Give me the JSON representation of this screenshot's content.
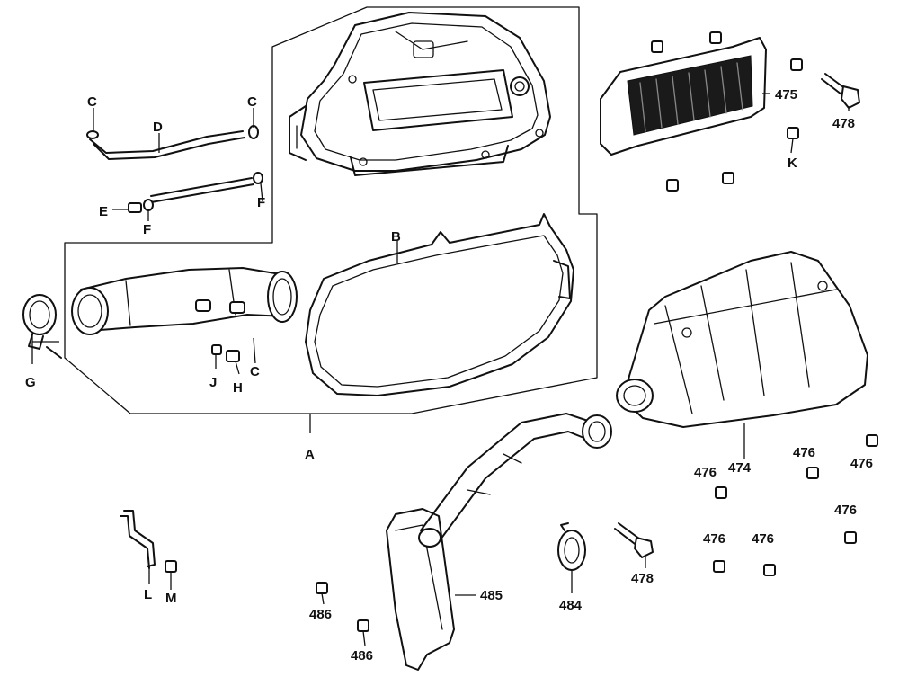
{
  "diagram": {
    "callouts": {
      "A": "A",
      "B": "B",
      "C1": "C",
      "C2": "C",
      "C3": "C",
      "D": "D",
      "E": "E",
      "F1": "F",
      "F2": "F",
      "G": "G",
      "H": "H",
      "J": "J",
      "K": "K",
      "L": "L",
      "M": "M",
      "p474": "474",
      "p475": "475",
      "p476a": "476",
      "p476b": "476",
      "p476c": "476",
      "p476d": "476",
      "p476e": "476",
      "p476f": "476",
      "p478a": "478",
      "p478b": "478",
      "p484": "484",
      "p485": "485",
      "p486a": "486",
      "p486b": "486"
    }
  }
}
